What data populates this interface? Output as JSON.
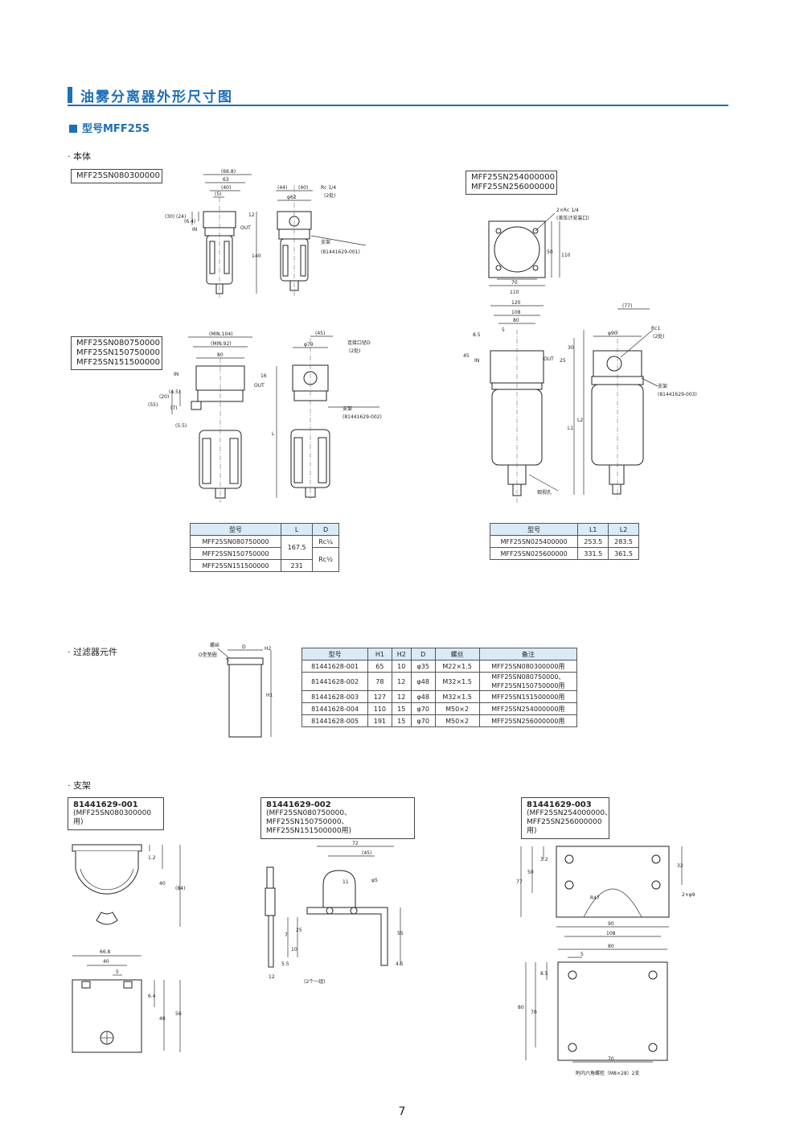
{
  "header": {
    "title": "油雾分离器外形尺寸图"
  },
  "model": {
    "label": "型号MFF25S"
  },
  "sections": {
    "body": "· 本体",
    "filter": "· 过滤器元件",
    "bracket": "· 支架"
  },
  "body_labels": {
    "box1": "MFF25SN080300000",
    "box2": [
      "MFF25SN080750000",
      "MFF25SN150750000",
      "MFF25SN151500000"
    ],
    "box3": [
      "MFF25SN254000000",
      "MFF25SN256000000"
    ]
  },
  "dims": {
    "d1": [
      "(66.8)",
      "63",
      "(40)",
      "(5)",
      "(30)",
      "(24)",
      "(6.4)",
      "12",
      "140",
      "IN",
      "OUT"
    ],
    "d2": [
      "(44)",
      "(40)",
      "Rc 1/4",
      "(2处)",
      "φ62",
      "支架",
      "(81441629-001)"
    ],
    "d3": [
      "(MIN.104)",
      "(MIN.92)",
      "80",
      "IN",
      "OUT",
      "16",
      "(55)",
      "(20)",
      "(7)",
      "(4.5)",
      "(5.5)",
      "L"
    ],
    "d4": [
      "(45)",
      "φ79",
      "连接口径D",
      "(2处)",
      "支架",
      "(81441629-002)"
    ],
    "d5": [
      "2×Rc 1/4",
      "(差压计安装口)",
      "50",
      "110",
      "70",
      "110"
    ],
    "d6": [
      "120",
      "108",
      "80",
      "5",
      "8.5",
      "45",
      "IN",
      "OUT",
      "25",
      "30",
      "L1",
      "L2",
      "观视孔"
    ],
    "d7": [
      "(77)",
      "φ90",
      "Rc1",
      "(2处)",
      "支架",
      "(81441629-003)"
    ],
    "d8": [
      "螺丝",
      "O型垫圈",
      "D",
      "H2",
      "H1"
    ],
    "d9": [
      "1.2",
      "40",
      "(84)",
      "66.8",
      "40",
      "5",
      "6.4",
      "48",
      "56"
    ],
    "d10": [
      "72",
      "(45)",
      "φ5",
      "11",
      "7",
      "25",
      "10",
      "55",
      "5.5",
      "4.5",
      "12",
      "(2个一组)"
    ],
    "d11": [
      "3.2",
      "50",
      "77",
      "32",
      "R47",
      "2×φ9",
      "90",
      "108",
      "80",
      "5",
      "8.5",
      "70",
      "80",
      "70",
      "附内六角螺栓（M8×28）2支"
    ]
  },
  "table_L": {
    "headers": [
      "型号",
      "L",
      "D"
    ],
    "rows": [
      [
        "MFF25SN080750000",
        "167.5",
        "Rc¼"
      ],
      [
        "MFF25SN150750000",
        "",
        "Rc½"
      ],
      [
        "MFF25SN151500000",
        "231",
        ""
      ]
    ]
  },
  "table_L1": {
    "headers": [
      "型号",
      "L1",
      "L2"
    ],
    "rows": [
      [
        "MFF25SN025400000",
        "253.5",
        "283.5"
      ],
      [
        "MFF25SN025600000",
        "331.5",
        "361.5"
      ]
    ]
  },
  "table_filter": {
    "headers": [
      "型号",
      "H1",
      "H2",
      "D",
      "螺丝",
      "备注"
    ],
    "rows": [
      [
        "81441628-001",
        "65",
        "10",
        "φ35",
        "M22×1.5",
        "MFF25SN080300000用"
      ],
      [
        "81441628-002",
        "78",
        "12",
        "φ48",
        "M32×1.5",
        "MFF25SN080750000、",
        "MFF25SN150750000用"
      ],
      [
        "81441628-003",
        "127",
        "12",
        "φ48",
        "M32×1.5",
        "MFF25SN151500000用"
      ],
      [
        "81441628-004",
        "110",
        "15",
        "φ70",
        "M50×2",
        "MFF25SN254000000用"
      ],
      [
        "81441628-005",
        "191",
        "15",
        "φ70",
        "M50×2",
        "MFF25SN256000000用"
      ]
    ]
  },
  "brackets": {
    "b1": {
      "code": "81441629-001",
      "note": "(MFF25SN080300000用)"
    },
    "b2": {
      "code": "81441629-002",
      "note1": "(MFF25SN080750000、MFF25SN150750000、",
      "note2": "MFF25SN151500000用)"
    },
    "b3": {
      "code": "81441629-003",
      "note1": "(MFF25SN254000000、",
      "note2": "MFF25SN256000000用)"
    }
  },
  "footer": {
    "page": "7"
  }
}
